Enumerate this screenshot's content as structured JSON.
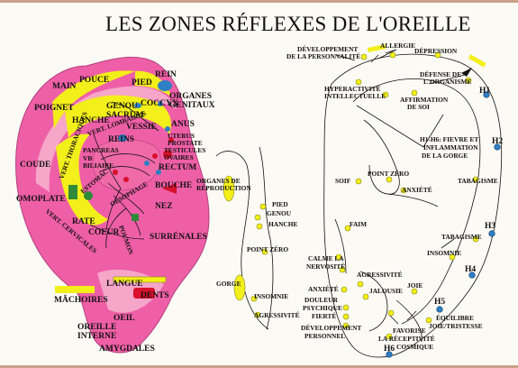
{
  "title": "LES ZONES RÉFLEXES DE L'OREILLE",
  "colors": {
    "pink": "#ef5fa7",
    "light_pink": "#f6a6c9",
    "yellow": "#f3ef1a",
    "blue": "#2f7fc4",
    "red": "#d8102c",
    "green": "#2f8a3a"
  },
  "ear1": {
    "labels": [
      "MAIN",
      "POUCE",
      "REIN",
      "POIGNET",
      "PIED",
      "ORGANES",
      "GENITAUX",
      "GENOU",
      "COCCYX",
      "SACRUM",
      "HANCHE",
      "VESSIE",
      "ANUS",
      "VERT. LOMBAIRES",
      "UTERUS",
      "PROSTATE",
      "TESTICULES",
      "OVAIRES",
      "REINS",
      "PANCREAS",
      "VB",
      "BILIAIRE",
      "RECTUM",
      "COUDE",
      "VERT. THORACIQUES",
      "BOUCHE",
      "OMOPLATE",
      "ESTOMAC",
      "OESOPHAGE",
      "NEZ",
      "RATE",
      "COEUR",
      "POUMON",
      "VERT. CERVICALES",
      "SURRÉNALES",
      "LANGUE",
      "MÂCHOIRES",
      "DENTS",
      "OEIL",
      "OREILLE",
      "INTERNE",
      "AMYGDALES"
    ]
  },
  "ear2": {
    "labels": [
      "ORGANES DE",
      "RÉPRODUCTION",
      "PIED",
      "GENOU",
      "HANCHE",
      "POINT ZÉRO",
      "GORGE",
      "INSOMNIE",
      "AGRESSIVITÉ"
    ]
  },
  "ear3": {
    "labels": [
      "DÉVELOPPEMENT",
      "DE LA PERSONNALITÉ",
      "ALLERGIE",
      "DÉPRESSION",
      "DÉFENSE DE",
      "L'ORGANISME",
      "HYPERACTIVITÉ",
      "INTELLECTUELLE",
      "AFFIRMATION",
      "DE SOI",
      "H1",
      "H1-H6: FIEVRE ET",
      "INFLAMMATION",
      "DE LA GORGE",
      "H2",
      "SOIF",
      "POINT ZÉRO",
      "ANXIÉTÉ",
      "TABAGISME",
      "FAIM",
      "H3",
      "TABAGISME",
      "INSOMNIE",
      "CALME LA",
      "NERVOSITÉ",
      "H4",
      "AGRESSIVITÉ",
      "ANXIÉTÉ",
      "JALOUSIE",
      "JOIE",
      "H5",
      "DOULEUR",
      "PSYCHIQUE",
      "FIERTÉ",
      "ÉQUILIBRE",
      "JOIE/TRISTESSE",
      "DÉVELOPPEMENT",
      "PERSONNEL",
      "FAVORISE",
      "LA RÉCEPTIVITÉ",
      "COSMIQUE",
      "H6"
    ]
  }
}
